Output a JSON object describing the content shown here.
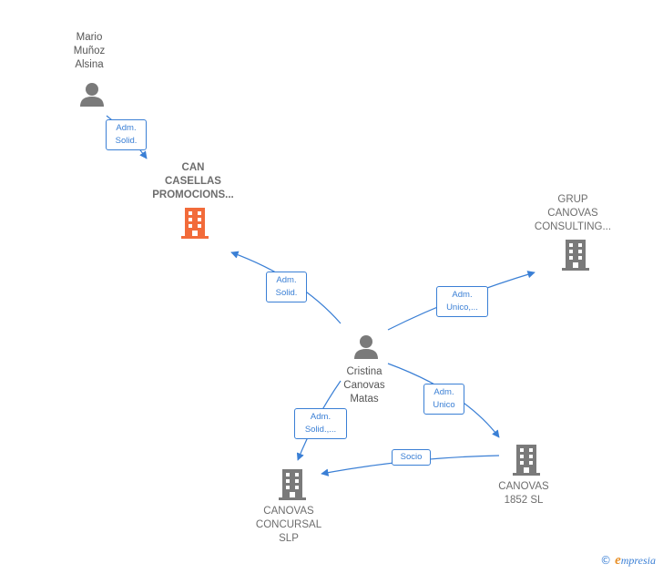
{
  "nodes": {
    "mario": {
      "label": "Mario\nMuñoz\nAlsina",
      "kind": "person"
    },
    "can_casellas": {
      "label": "CAN\nCASELLAS\nPROMOCIONS...",
      "kind": "company",
      "color": "#f26b3a"
    },
    "grup_canovas": {
      "label": "GRUP\nCANOVAS\nCONSULTING...",
      "kind": "company",
      "color": "#7a7a7a"
    },
    "cristina": {
      "label": "Cristina\nCanovas\nMatas",
      "kind": "person"
    },
    "canovas_1852": {
      "label": "CANOVAS\n1852  SL",
      "kind": "company",
      "color": "#7a7a7a"
    },
    "canovas_concursal": {
      "label": "CANOVAS\nCONCURSAL\nSLP",
      "kind": "company",
      "color": "#7a7a7a"
    }
  },
  "relations": {
    "mario_can": {
      "label": "Adm.\nSolid."
    },
    "cristina_can": {
      "label": "Adm.\nSolid."
    },
    "cristina_grup": {
      "label": "Adm.\nUnico,..."
    },
    "cristina_1852": {
      "label": "Adm.\nUnico"
    },
    "cristina_concursal": {
      "label": "Adm.\nSolid.,..."
    },
    "c1852_concursal": {
      "label": "Socio"
    }
  },
  "colors": {
    "edge": "#3a7fd5",
    "person_icon": "#7a7a7a",
    "building_gray": "#7a7a7a",
    "building_highlight": "#f26b3a"
  },
  "watermark": {
    "copyright": "©",
    "brand_initial": "e",
    "brand_rest": "mpresia"
  }
}
